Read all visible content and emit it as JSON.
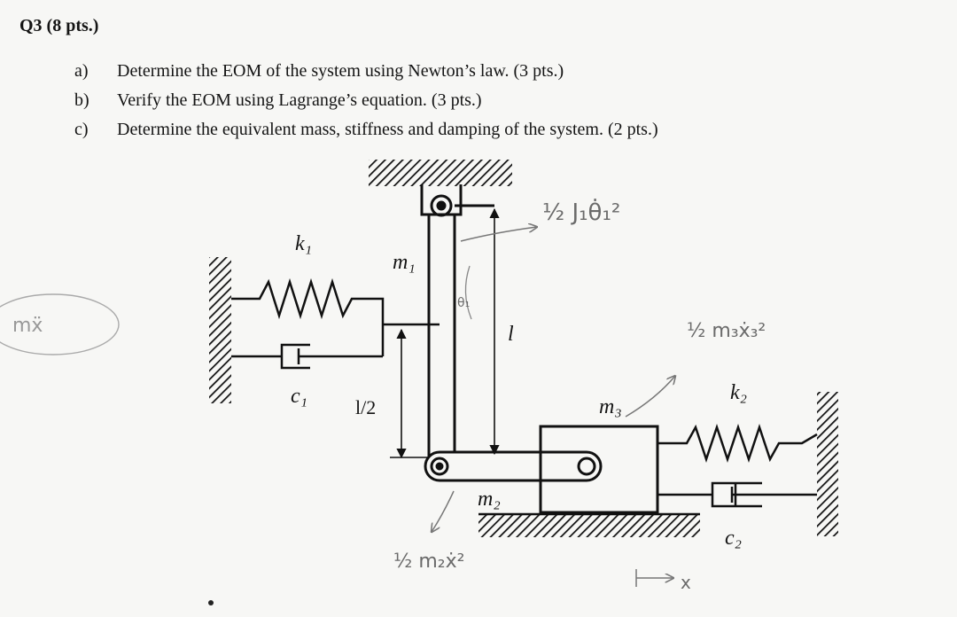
{
  "question": {
    "title": "Q3 (8 pts.)",
    "parts": [
      {
        "label": "a)",
        "text": "Determine the EOM of the system using Newton’s law. (3 pts.)"
      },
      {
        "label": "b)",
        "text": "Verify the EOM using Lagrange’s equation. (3 pts.)"
      },
      {
        "label": "c)",
        "text": "Determine the equivalent mass, stiffness and damping of the system. (2 pts.)"
      }
    ]
  },
  "figure": {
    "labels": {
      "k1": "k₁",
      "c1": "c₁",
      "m1": "m₁",
      "half_l": "l/2",
      "l": "l",
      "m2": "m₂",
      "m3": "m₃",
      "k2": "k₂",
      "c2": "c₂"
    },
    "handwritten": {
      "rot_energy": "½ J₁θ̇₁²",
      "m3_energy": "½ m₃ẋ₃²",
      "m2_energy": "½ m₂ẋ²",
      "theta": "θ₁",
      "x_axis": "x",
      "margin_note": "mẍ"
    }
  }
}
